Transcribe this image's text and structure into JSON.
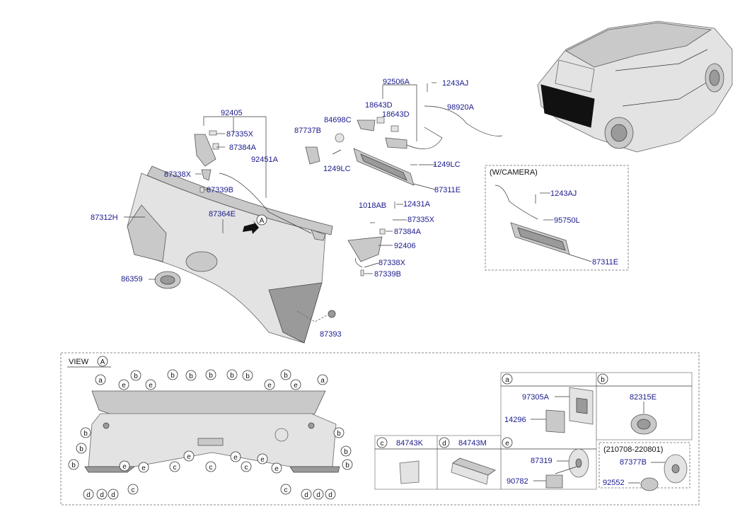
{
  "labels": {
    "view": "VIEW",
    "view_circle": "A",
    "arrow_a": "A",
    "camera_title": "(W/CAMERA)",
    "date_range": "(210708-220801)"
  },
  "parts": {
    "p92405": "92405",
    "p87335x_1": "87335X",
    "p87384a_1": "87384A",
    "p92451a": "92451A",
    "p87338x_1": "87338X",
    "p87339b_1": "87339B",
    "p87312h": "87312H",
    "p87364e": "87364E",
    "p86359": "86359",
    "p87393": "87393",
    "p87737b": "87737B",
    "p84698c": "84698C",
    "p1249lc_1": "1249LC",
    "p92506a": "92506A",
    "p18643d_1": "18643D",
    "p18643d_2": "18643D",
    "p1243aj_1": "1243AJ",
    "p98920a": "98920A",
    "p1249lc_2": "1249LC",
    "p87311e_1": "87311E",
    "p1018ab": "1018AB",
    "p12431a": "12431A",
    "p87335x_2": "87335X",
    "p87384a_2": "87384A",
    "p92406": "92406",
    "p87338x_2": "87338X",
    "p87339b_2": "87339B",
    "p1243aj_2": "1243AJ",
    "p95750l": "95750L",
    "p87311e_2": "87311E",
    "p97305a": "97305A",
    "p14296": "14296",
    "p82315e": "82315E",
    "p84743k": "84743K",
    "p84743m": "84743M",
    "p87319": "87319",
    "p90782": "90782",
    "p87377b": "87377B",
    "p92552": "92552"
  },
  "cells": {
    "a": "a",
    "b": "b",
    "c": "c",
    "d": "d",
    "e": "e"
  }
}
